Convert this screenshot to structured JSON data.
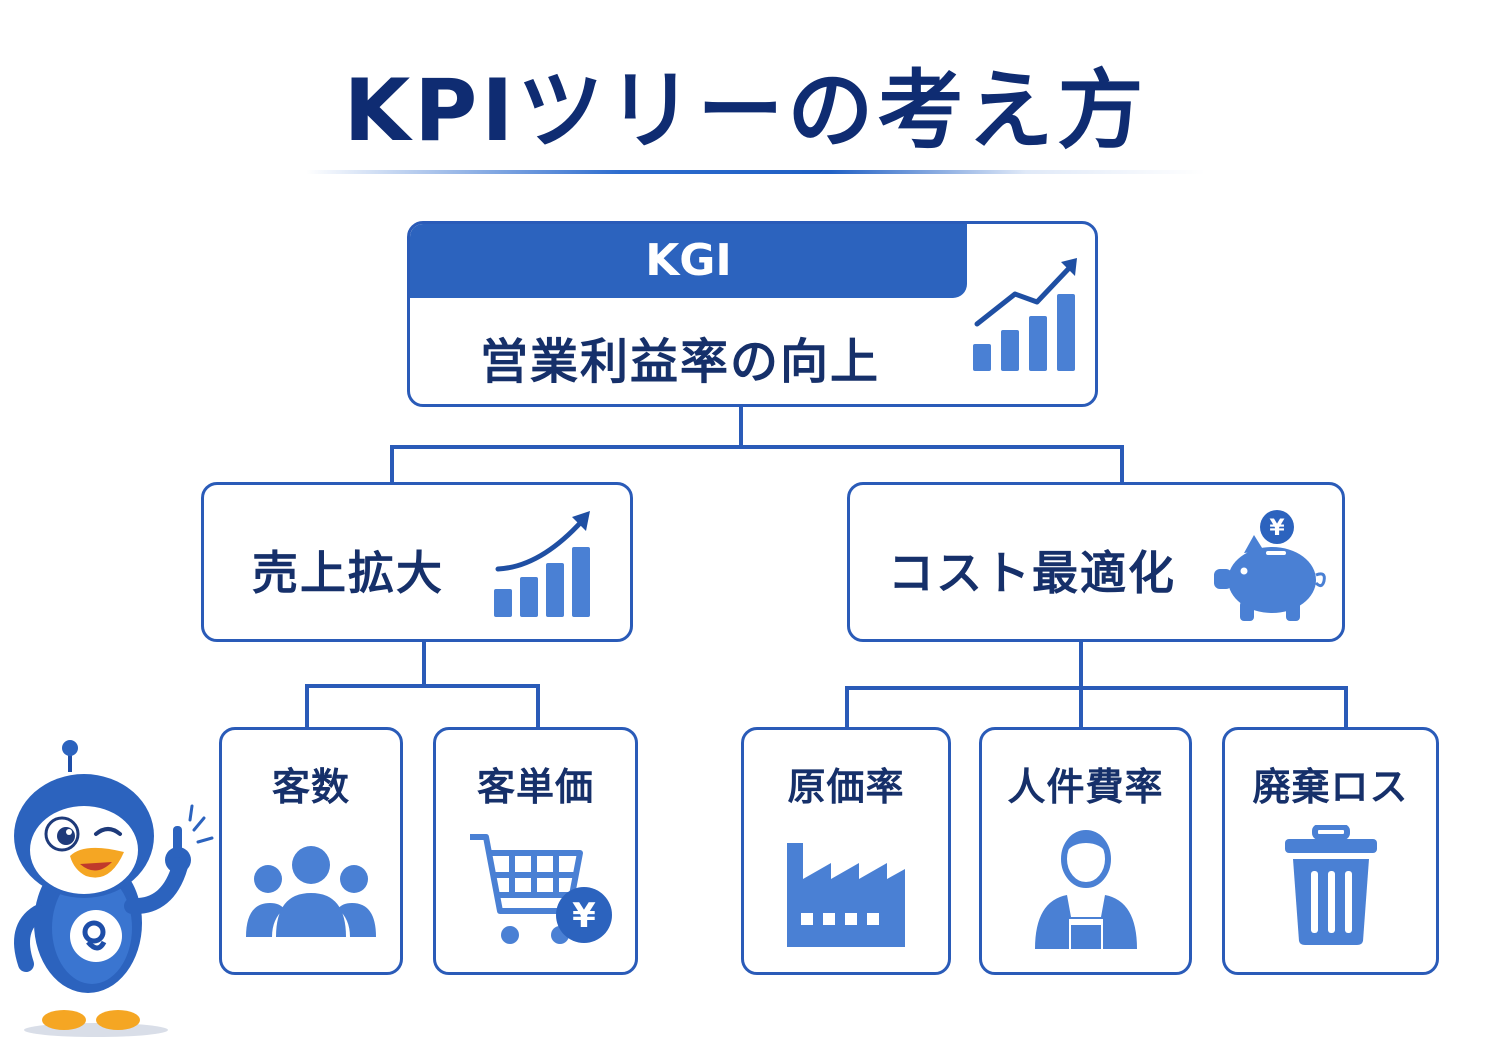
{
  "title": "KPIツリーの考え方",
  "kgi": {
    "badge": "KGI",
    "label": "営業利益率の向上"
  },
  "branches": [
    {
      "label": "売上拡大",
      "icon": "growth-chart-icon"
    },
    {
      "label": "コスト最適化",
      "icon": "piggy-bank-icon"
    }
  ],
  "leaves": [
    {
      "label": "客数",
      "icon": "people-group-icon"
    },
    {
      "label": "客単価",
      "icon": "shopping-cart-yen-icon"
    },
    {
      "label": "原価率",
      "icon": "factory-icon"
    },
    {
      "label": "人件費率",
      "icon": "worker-icon"
    },
    {
      "label": "廃棄ロス",
      "icon": "trash-can-icon"
    }
  ],
  "icon_glyphs": {
    "yen": "¥"
  },
  "colors": {
    "primary": "#2c63be",
    "dark": "#16306a",
    "icon": "#4a80d4"
  }
}
